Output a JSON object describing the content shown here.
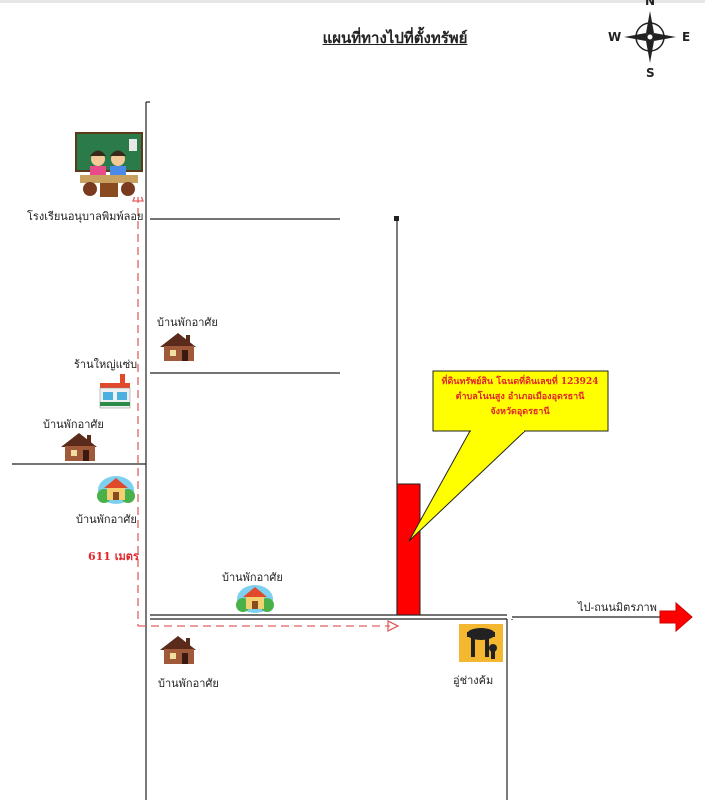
{
  "title": "แผนที่ทางไปที่ตั้งทรัพย์",
  "compass": {
    "north": "N",
    "south": "S",
    "east": "E",
    "west": "W"
  },
  "callout": {
    "lines": [
      "ที่ดินทรัพย์สิน โฉนดที่ดินเลขที่ 123924",
      "ตำบลโนนสูง อำเภอเมืองอุดรธานี",
      "จังหวัดอุดรธานี"
    ]
  },
  "labels": {
    "school": "โรงเรียนอนุบาลพิมพ์ลอย",
    "residence_1": "บ้านพักอาศัย",
    "shop": "ร้านใหญ่แซ่บ",
    "residence_2": "บ้านพักอาศัย",
    "residence_3": "บ้านพักอาศัย",
    "residence_4": "บ้านพักอาศัย",
    "residence_5": "บ้านพักอาศัย",
    "garage": "อู่ช่างค้ม",
    "to_destination": "ไป-ถนนมิตรภาพ"
  },
  "distance": "611 เมตร",
  "colors": {
    "road": "#222222",
    "route": "#e06060",
    "property": "#ff0000",
    "callout_fill": "#ffff00",
    "callout_text": "#e1272c",
    "arrow": "#ff0000"
  }
}
